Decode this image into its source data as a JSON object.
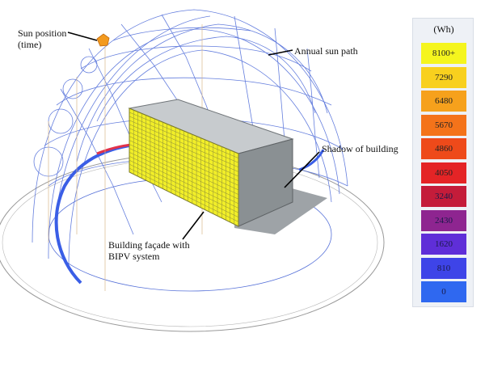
{
  "annotations": {
    "sun_position": [
      "Sun position",
      "(time)"
    ],
    "sun_path": "Annual sun path",
    "shadow": "Shadow of building",
    "facade": [
      "Building façade with",
      "BIPV system"
    ]
  },
  "legend": {
    "unit": "(Wh)",
    "entries": [
      {
        "label": "8100+",
        "color": "#f5f51e"
      },
      {
        "label": "7290",
        "color": "#f8d01e"
      },
      {
        "label": "6480",
        "color": "#f6a11c"
      },
      {
        "label": "5670",
        "color": "#f4731a"
      },
      {
        "label": "4860",
        "color": "#ee4a1a"
      },
      {
        "label": "4050",
        "color": "#e42426"
      },
      {
        "label": "3240",
        "color": "#c41c3a"
      },
      {
        "label": "2430",
        "color": "#8e2590"
      },
      {
        "label": "1620",
        "color": "#5f2ed8"
      },
      {
        "label": "810",
        "color": "#3e44e8"
      },
      {
        "label": "0",
        "color": "#2f68f0"
      }
    ]
  }
}
